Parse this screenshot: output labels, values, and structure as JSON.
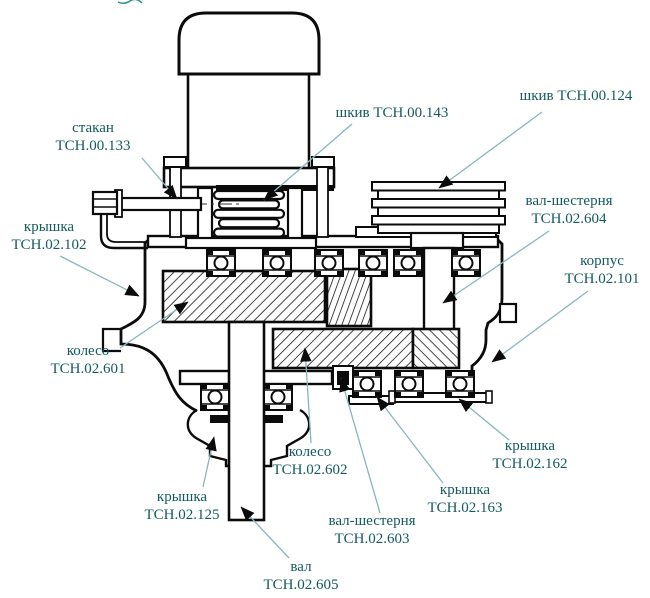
{
  "figure": {
    "kind": "gearbox-cross-section-drawing",
    "language": "ru",
    "labels": [
      {
        "id": "stakan-00-133",
        "lines": [
          "стакан",
          "ТСН.00.133"
        ]
      },
      {
        "id": "kryshka-02-102",
        "lines": [
          "крышка",
          "ТСН.02.102"
        ]
      },
      {
        "id": "shkiv-00-143",
        "lines": [
          "шкив ТСН.00.143"
        ]
      },
      {
        "id": "shkiv-00-124",
        "lines": [
          "шкив ТСН.00.124"
        ]
      },
      {
        "id": "val-shesternya-02-604",
        "lines": [
          "вал-шестерня",
          "ТСН.02.604"
        ]
      },
      {
        "id": "korpus-02-101",
        "lines": [
          "корпус",
          "ТСН.02.101"
        ]
      },
      {
        "id": "koleso-02-601",
        "lines": [
          "колесо",
          "ТСН.02.601"
        ]
      },
      {
        "id": "koleso-02-602",
        "lines": [
          "колесо",
          "ТСН.02.602"
        ]
      },
      {
        "id": "kryshka-02-125",
        "lines": [
          "крышка",
          "ТСН.02.125"
        ]
      },
      {
        "id": "kryshka-02-162",
        "lines": [
          "крышка",
          "ТСН.02.162"
        ]
      },
      {
        "id": "kryshka-02-163",
        "lines": [
          "крышка",
          "ТСН.02.163"
        ]
      },
      {
        "id": "val-shesternya-02-603",
        "lines": [
          "вал-шестерня",
          "ТСН.02.603"
        ]
      },
      {
        "id": "val-02-605",
        "lines": [
          "вал",
          "ТСН.02.605"
        ]
      }
    ]
  },
  "colors": {
    "label_text": "#135a60",
    "leader_line": "#85b7bd",
    "drawing_ink": "#0b0b0b",
    "background": "#ffffff"
  }
}
